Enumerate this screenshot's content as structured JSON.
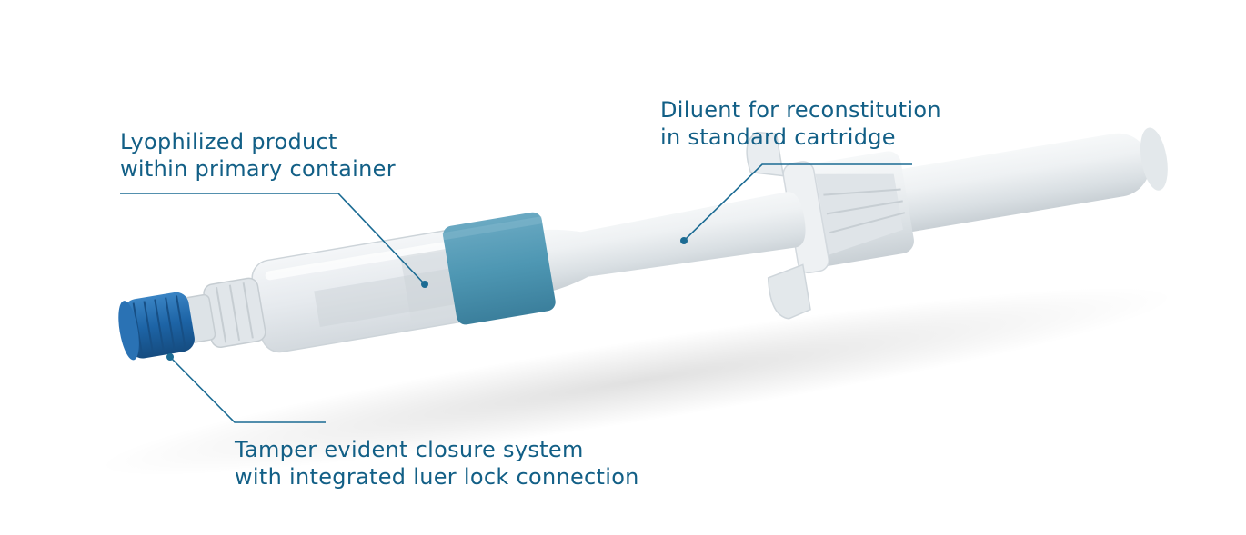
{
  "callouts": {
    "lyophilized": {
      "line1": "Lyophilized product",
      "line2": "within primary container"
    },
    "diluent": {
      "line1": "Diluent for reconstitution",
      "line2": "in standard cartridge"
    },
    "closure": {
      "line1": "Tamper evident closure system",
      "line2": "with integrated luer lock connection"
    }
  },
  "colors": {
    "callout_text": "#125f86",
    "callout_line": "#1b6b93",
    "band": "#4e97b3",
    "cap": "#1d64a6",
    "plunger_body": "#e7ebed"
  }
}
